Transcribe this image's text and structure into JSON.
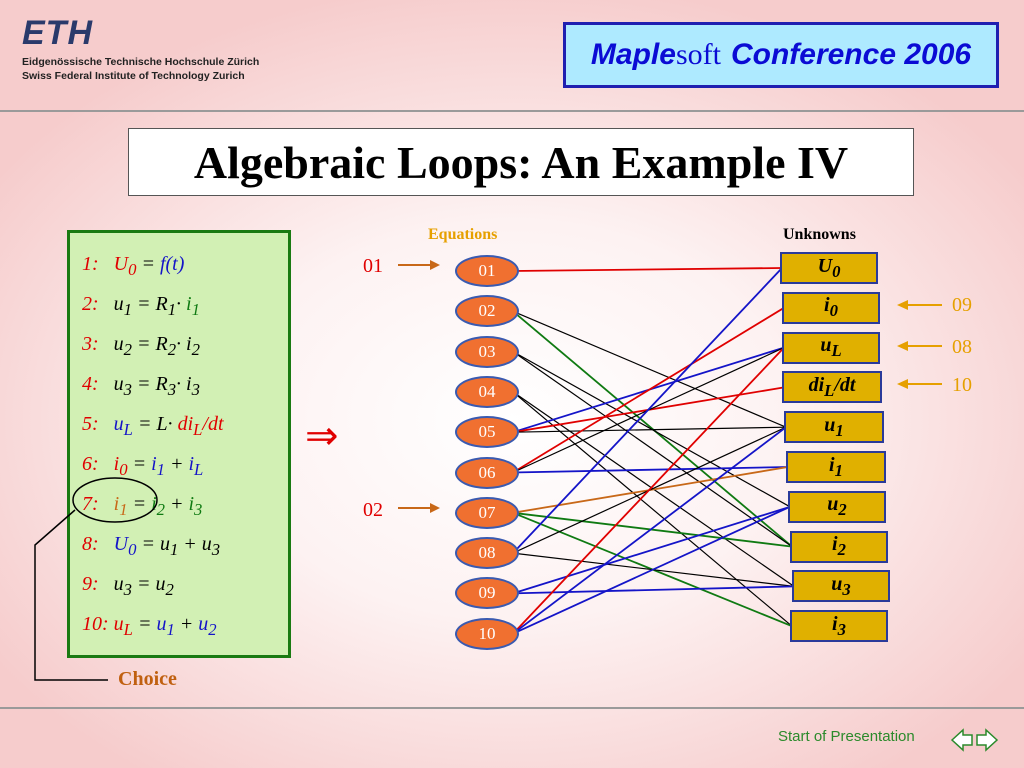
{
  "header": {
    "logo": "ETH",
    "institution_de": "Eidgenössische Technische Hochschule Zürich",
    "institution_en": "Swiss Federal Institute of Technology Zurich",
    "conference_maple": "Maple",
    "conference_soft": "soft",
    "conference_rest": "Conference 2006"
  },
  "title": "Algebraic Loops: An Example IV",
  "equations_header": "Equations",
  "unknowns_header": "Unknowns",
  "equations": [
    {
      "num": "1:"
    },
    {
      "num": "2:"
    },
    {
      "num": "3:"
    },
    {
      "num": "4:"
    },
    {
      "num": "5:"
    },
    {
      "num": "6:"
    },
    {
      "num": "7:"
    },
    {
      "num": "8:"
    },
    {
      "num": "9:"
    },
    {
      "num": "10:"
    }
  ],
  "nodes": [
    "01",
    "02",
    "03",
    "04",
    "05",
    "06",
    "07",
    "08",
    "09",
    "10"
  ],
  "unknowns": [
    {
      "sym": "U",
      "sub": "0"
    },
    {
      "sym": "i",
      "sub": "0"
    },
    {
      "sym": "u",
      "sub": "L"
    },
    {
      "sym": "di",
      "sub": "L",
      "suffix": "/dt"
    },
    {
      "sym": "u",
      "sub": "1"
    },
    {
      "sym": "i",
      "sub": "1"
    },
    {
      "sym": "u",
      "sub": "2"
    },
    {
      "sym": "i",
      "sub": "2"
    },
    {
      "sym": "u",
      "sub": "3"
    },
    {
      "sym": "i",
      "sub": "3"
    }
  ],
  "left_labels": [
    "01",
    "02"
  ],
  "right_labels": [
    "09",
    "08",
    "10"
  ],
  "implies_symbol": "⇒",
  "choice_label": "Choice",
  "footer": {
    "start_link": "Start of Presentation",
    "nav_prev_icon": "arrow-left-icon",
    "nav_next_icon": "arrow-right-icon"
  },
  "colors": {
    "red": "#e00000",
    "green": "#0f7a12",
    "blue": "#1414c8",
    "black": "#000000",
    "orange": "#c86818"
  },
  "edges": [
    {
      "eq": 1,
      "uk": 1,
      "color": "red"
    },
    {
      "eq": 2,
      "uk": 5,
      "color": "black"
    },
    {
      "eq": 2,
      "uk": 8,
      "color": "green"
    },
    {
      "eq": 3,
      "uk": 7,
      "color": "black"
    },
    {
      "eq": 3,
      "uk": 8,
      "color": "black"
    },
    {
      "eq": 4,
      "uk": 9,
      "color": "black"
    },
    {
      "eq": 4,
      "uk": 10,
      "color": "black"
    },
    {
      "eq": 5,
      "uk": 3,
      "color": "blue"
    },
    {
      "eq": 5,
      "uk": 4,
      "color": "red"
    },
    {
      "eq": 5,
      "uk": 5,
      "color": "black"
    },
    {
      "eq": 6,
      "uk": 2,
      "color": "red"
    },
    {
      "eq": 6,
      "uk": 6,
      "color": "blue"
    },
    {
      "eq": 6,
      "uk": 3,
      "color": "black"
    },
    {
      "eq": 7,
      "uk": 6,
      "color": "orange"
    },
    {
      "eq": 7,
      "uk": 8,
      "color": "green"
    },
    {
      "eq": 7,
      "uk": 10,
      "color": "green"
    },
    {
      "eq": 8,
      "uk": 1,
      "color": "blue"
    },
    {
      "eq": 8,
      "uk": 5,
      "color": "black"
    },
    {
      "eq": 8,
      "uk": 9,
      "color": "black"
    },
    {
      "eq": 9,
      "uk": 9,
      "color": "blue"
    },
    {
      "eq": 9,
      "uk": 7,
      "color": "blue"
    },
    {
      "eq": 10,
      "uk": 3,
      "color": "red"
    },
    {
      "eq": 10,
      "uk": 5,
      "color": "blue"
    },
    {
      "eq": 10,
      "uk": 7,
      "color": "blue"
    }
  ]
}
